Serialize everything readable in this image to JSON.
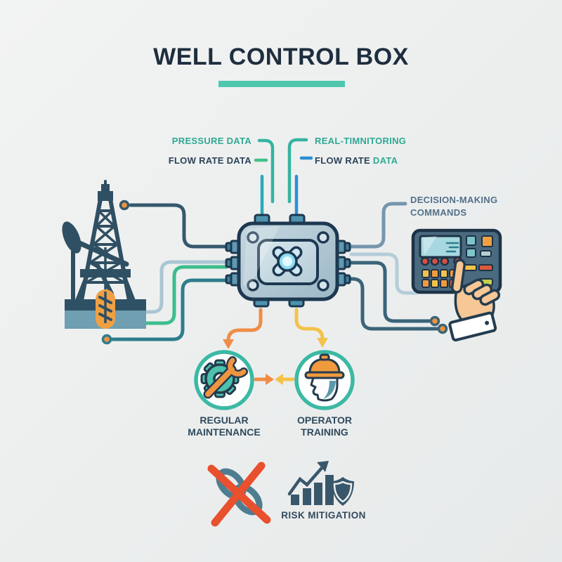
{
  "title": "WELL CONTROL BOX",
  "labels": {
    "pressure_data": "PRESSURE DATA",
    "flow_rate_left": "FLOW RATE DATA",
    "monitoring": "REAL-TIMNITORING",
    "flow_rate_right_1": "FLOW RATE",
    "flow_rate_right_2": "DATA",
    "decision_line1": "DECISION-MAKING",
    "decision_line2": "COMMANDS"
  },
  "nodes": {
    "maintenance_line1": "REGULAR",
    "maintenance_line2": "MAINTENANCE",
    "training_line1": "OPERATOR",
    "training_line2": "TRAINING"
  },
  "footer": {
    "risk_label": "RISK MITIGATION"
  },
  "icons": {
    "oil-rig-icon": "derrick tower with pump jack and orange well casing",
    "control-box-icon": "junction box with glowing valve cross",
    "control-panel-icon": "keypad console with screen and buttons",
    "pointing-hand-icon": "hand pressing panel button",
    "gear-wrench-icon": "teal gear crossed by orange wrench",
    "operator-helmet-icon": "worker head profile with orange hard hat",
    "broken-link-icon": "chain links crossed out with red X",
    "growth-chart-icon": "rising bar chart with arrow",
    "shield-icon": "protection shield"
  },
  "colors": {
    "accent_teal": "#4fc7af",
    "teal_text": "#2fa993",
    "navy_text": "#2c4257",
    "slate_text": "#527089",
    "blue_line": "#2e8fd4",
    "green_line": "#45c08a",
    "dark_teal_line": "#2e7d8c",
    "navy_line": "#35586d",
    "light_line": "#aac6d4",
    "orange": "#f08c45",
    "yellow": "#f3c24a",
    "red_x": "#e8502e",
    "dot_fill": "#f0923f"
  }
}
